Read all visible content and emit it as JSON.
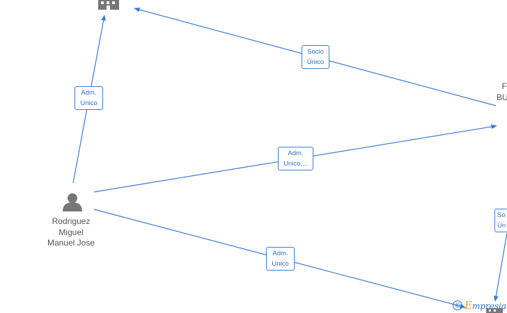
{
  "nodes": {
    "person": {
      "name_lines": [
        "Rodriguez",
        "Miguel",
        "Manuel Jose"
      ],
      "icon": "person-icon",
      "color": "#777777"
    },
    "company_top": {
      "icon": "building-icon",
      "color": "#777777"
    },
    "company_right": {
      "partial_lines": [
        "F",
        "BU"
      ]
    },
    "company_bottom_right": {
      "icon": "building-icon",
      "color": "#777777"
    }
  },
  "edges": [
    {
      "id": "person-to-top",
      "label_lines": [
        "Adm.",
        "Unico"
      ]
    },
    {
      "id": "right-to-top",
      "label_lines": [
        "Socio",
        "Único"
      ]
    },
    {
      "id": "person-to-right",
      "label_lines": [
        "Adm.",
        "Unico,..."
      ]
    },
    {
      "id": "person-to-bottom",
      "label_lines": [
        "Adm.",
        "Unico"
      ]
    },
    {
      "id": "right-to-bottom",
      "label_lines": [
        "So",
        "Ún"
      ]
    }
  ],
  "colors": {
    "edge": "#3a7bd5",
    "label_text": "#2f6fbf",
    "node_text": "#555555"
  },
  "watermark": {
    "symbol": "©",
    "initial": "E",
    "rest": "mpresia"
  }
}
